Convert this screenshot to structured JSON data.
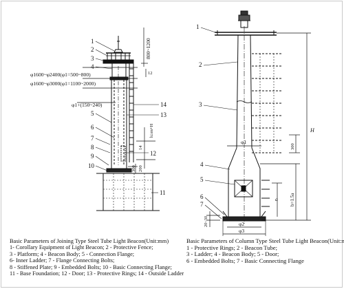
{
  "left_diagram": {
    "numbers": [
      "1",
      "2",
      "3",
      "4",
      "5",
      "6",
      "7",
      "8",
      "9",
      "10",
      "11",
      "12",
      "13",
      "14"
    ],
    "dimensions": {
      "top_height": "800~1200",
      "d1": "φ1600~φ2400(φ1=500~800)",
      "d2": "φ1600~φ3000(φ1=1100~2000)",
      "d3": "φ1+(150~240)",
      "d12": "12",
      "h": "h≥m+H",
      "h14": "14",
      "d200": "200",
      "d300": "300"
    }
  },
  "right_diagram": {
    "numbers": [
      "1",
      "2",
      "3",
      "4",
      "5",
      "6",
      "7"
    ],
    "dimensions": {
      "H": "H",
      "d300": "300",
      "phi1": "φ1",
      "b": "b=1.5a",
      "a": "a",
      "phi2": "φ2",
      "phi3": "φ3",
      "d2030": "20~30"
    }
  },
  "captions": {
    "left": {
      "title": "Basic Parameters of Joining Type Steel Tube Light Beacon(Unit:mm)",
      "lines": [
        "1- Corollary Equipment of Light Beacon; 2 - Protective Fence;",
        "3 - Platform; 4 - Beacon Body; 5 - Connection Flange;",
        " 6- Inner Ladder; 7 - Flange Connecting Bolts;",
        "8 - Stiffened Plate; 9 - Embedded Bolts; 10 - Basic Connecting Flange;",
        "11 - Base Foundation; 12 - Door; 13 - Protective Rings; 14 - Outside Ladder"
      ]
    },
    "right": {
      "title": "Basic Parameters of Column Type Steel Tube Light Beacon(Unit:mm)",
      "lines": [
        "1 - Protective Rings; 2 - Beacon Tube;",
        "3 - Ladder; 4 - Beacon Body; 5 - Door;",
        "6 - Embedded Bolts; 7 - Basic Connecting Flange"
      ]
    }
  }
}
